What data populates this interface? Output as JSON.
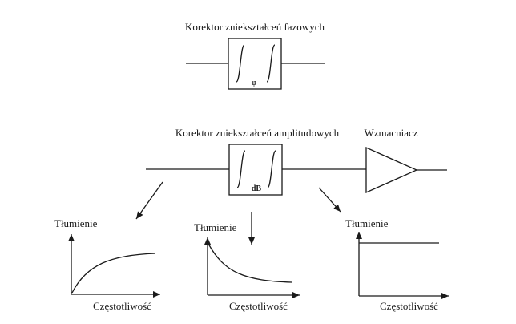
{
  "phase_corrector": {
    "title": "Korektor zniekształceń fazowych",
    "symbol": "φ"
  },
  "amplitude_corrector": {
    "title": "Korektor zniekształceń amplitudowych",
    "symbol": "dB"
  },
  "amplifier": {
    "title": "Wzmacniacz"
  },
  "graphs": [
    {
      "id": "input-attenuation",
      "ylabel": "Tłumienie",
      "xlabel": "Częstotliwość",
      "shape": "rising"
    },
    {
      "id": "corrector-attenuation",
      "ylabel": "Tłumienie",
      "xlabel": "Częstotliwość",
      "shape": "falling"
    },
    {
      "id": "output-attenuation",
      "ylabel": "Tłumienie",
      "xlabel": "Częstotliwość",
      "shape": "flat"
    }
  ]
}
